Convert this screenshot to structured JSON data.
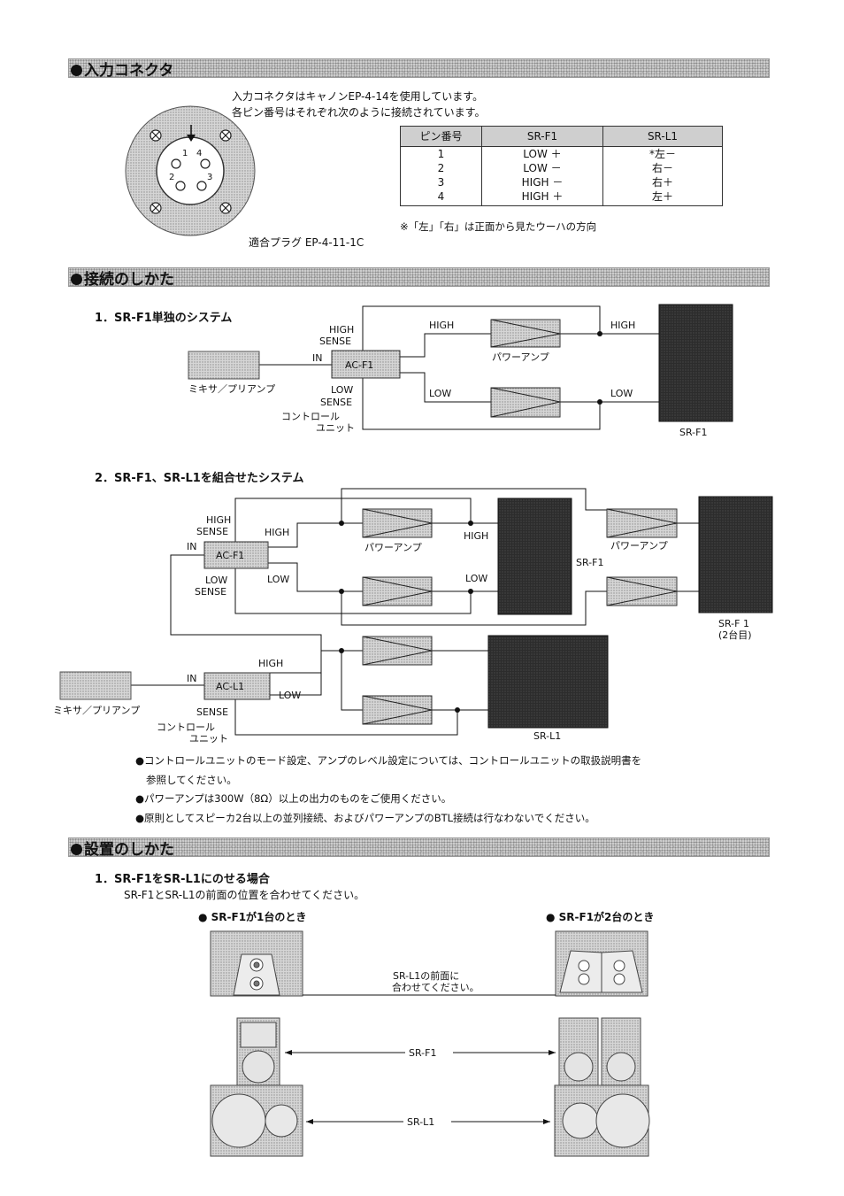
{
  "sections": {
    "input_connector": "入力コネクタ",
    "connection": "接続のしかた",
    "installation": "設置のしかた"
  },
  "connector": {
    "desc_line1": "入力コネクタはキャノンEP-4-14を使用しています。",
    "desc_line2": "各ピン番号はそれぞれ次のように接続されています。",
    "plug": "適合プラグ EP-4-11-1C",
    "pins": [
      "1",
      "4",
      "2",
      "3"
    ],
    "table": {
      "headers": [
        "ピン番号",
        "SR-F1",
        "SR-L1"
      ],
      "rows": [
        [
          "1",
          "LOW ＋",
          "*左－"
        ],
        [
          "2",
          "LOW －",
          "右－"
        ],
        [
          "3",
          "HIGH －",
          "右＋"
        ],
        [
          "4",
          "HIGH ＋",
          "左＋"
        ]
      ]
    },
    "table_note": "※「左」「右」は正面から見たウーハの方向"
  },
  "connection": {
    "sys1_title": "1．SR-F1単独のシステム",
    "sys2_title": "2．SR-F1、SR-L1を組合せたシステム",
    "labels": {
      "high": "HIGH",
      "low": "LOW",
      "sense": "SENSE",
      "in": "IN",
      "ac_f1": "AC-F1",
      "ac_l1": "AC-L1",
      "power_amp": "パワーアンプ",
      "mixer": "ミキサ／プリアンプ",
      "control_unit_1": "コントロール",
      "control_unit_2": "ユニット",
      "sr_f1": "SR-F1",
      "sr_f1_2": "SR-F 1",
      "second_unit": "(2台目)",
      "sr_l1": "SR-L1"
    },
    "notes": [
      "●コントロールユニットのモード設定、アンプのレベル設定については、コントロールユニットの取扱説明書を",
      "参照してください。",
      "●パワーアンプは300W（8Ω）以上の出力のものをご使用ください。",
      "●原則としてスピーカ2台以上の並列接続、およびパワーアンプのBTL接続は行なわないでください。"
    ]
  },
  "installation": {
    "sub_title": "1．SR-F1をSR-L1にのせる場合",
    "desc": "SR-F1とSR-L1の前面の位置を合わせてください。",
    "case1": "● SR-F1が1台のとき",
    "case2": "● SR-F1が2台のとき",
    "align_note_1": "SR-L1の前面に",
    "align_note_2": "合わせてください。",
    "label_f1": "SR-F1",
    "label_l1": "SR-L1"
  },
  "colors": {
    "bar": "#cfcfcf",
    "speaker": "#2a2a2a",
    "box": "#c8c8c8"
  }
}
